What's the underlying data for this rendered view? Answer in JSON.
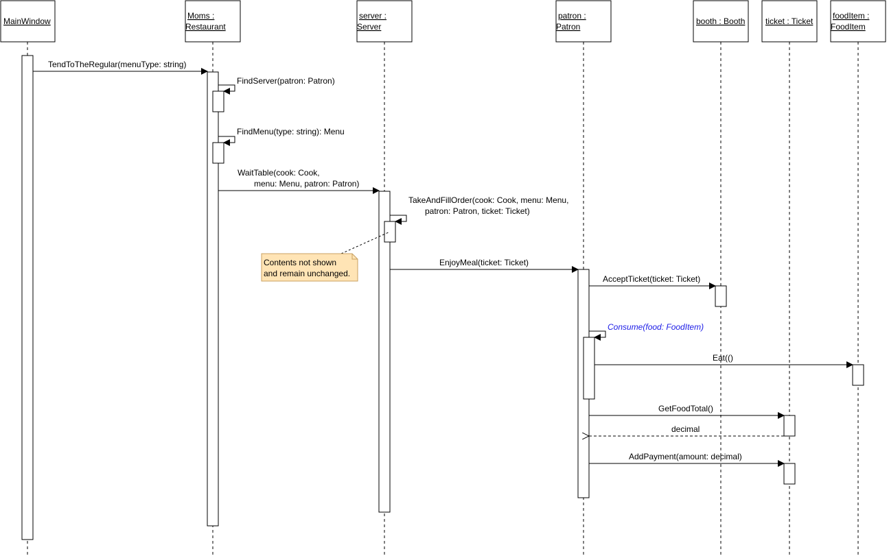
{
  "lifelines": [
    {
      "id": "mainwindow",
      "lines": [
        "MainWindow"
      ]
    },
    {
      "id": "moms",
      "lines": [
        "Moms :",
        "Restaurant"
      ]
    },
    {
      "id": "server",
      "lines": [
        "server :",
        "Server"
      ]
    },
    {
      "id": "patron",
      "lines": [
        "patron :",
        "Patron"
      ]
    },
    {
      "id": "booth",
      "lines": [
        "booth : Booth"
      ]
    },
    {
      "id": "ticket",
      "lines": [
        "ticket : Ticket"
      ]
    },
    {
      "id": "fooditem",
      "lines": [
        "foodItem :",
        "FoodItem"
      ]
    }
  ],
  "messages": [
    {
      "id": "tend",
      "lines": [
        "TendToTheRegular(menuType: string)"
      ]
    },
    {
      "id": "findserver",
      "lines": [
        "FindServer(patron: Patron)"
      ]
    },
    {
      "id": "findmenu",
      "lines": [
        "FindMenu(type: string): Menu"
      ]
    },
    {
      "id": "waittable",
      "lines": [
        "WaitTable(cook: Cook,",
        "menu: Menu, patron: Patron)"
      ]
    },
    {
      "id": "takeandfill",
      "lines": [
        "TakeAndFillOrder(cook: Cook, menu: Menu,",
        "patron: Patron, ticket: Ticket)"
      ]
    },
    {
      "id": "enjoymeal",
      "lines": [
        "EnjoyMeal(ticket: Ticket)"
      ]
    },
    {
      "id": "acceptticket",
      "lines": [
        "AcceptTicket(ticket: Ticket)"
      ]
    },
    {
      "id": "consume",
      "lines": [
        "Consume(food: FoodItem)"
      ]
    },
    {
      "id": "eat",
      "lines": [
        "Eat(()"
      ]
    },
    {
      "id": "getfoodtotal",
      "lines": [
        "GetFoodTotal()"
      ]
    },
    {
      "id": "decimal",
      "lines": [
        "decimal"
      ]
    },
    {
      "id": "addpayment",
      "lines": [
        "AddPayment(amount: decimal)"
      ]
    }
  ],
  "note": {
    "lines": [
      "Contents not shown",
      "and remain unchanged."
    ]
  },
  "colors": {
    "note_fill": "#ffe4b5",
    "note_stroke": "#c8a060",
    "consume_text": "#1a1ae6"
  }
}
